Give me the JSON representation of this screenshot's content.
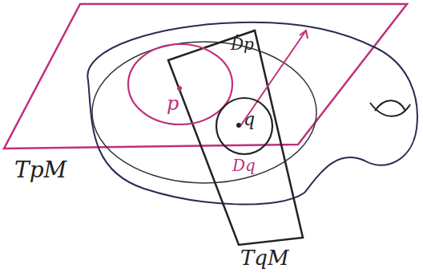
{
  "diagram": {
    "nodes": [
      {
        "text": [
          "p"
        ]
      },
      {
        "text": [
          "q",
          "Dq"
        ]
      }
    ],
    "labels": [
      "TpM",
      "TqM",
      "D̃p"
    ]
  }
}
